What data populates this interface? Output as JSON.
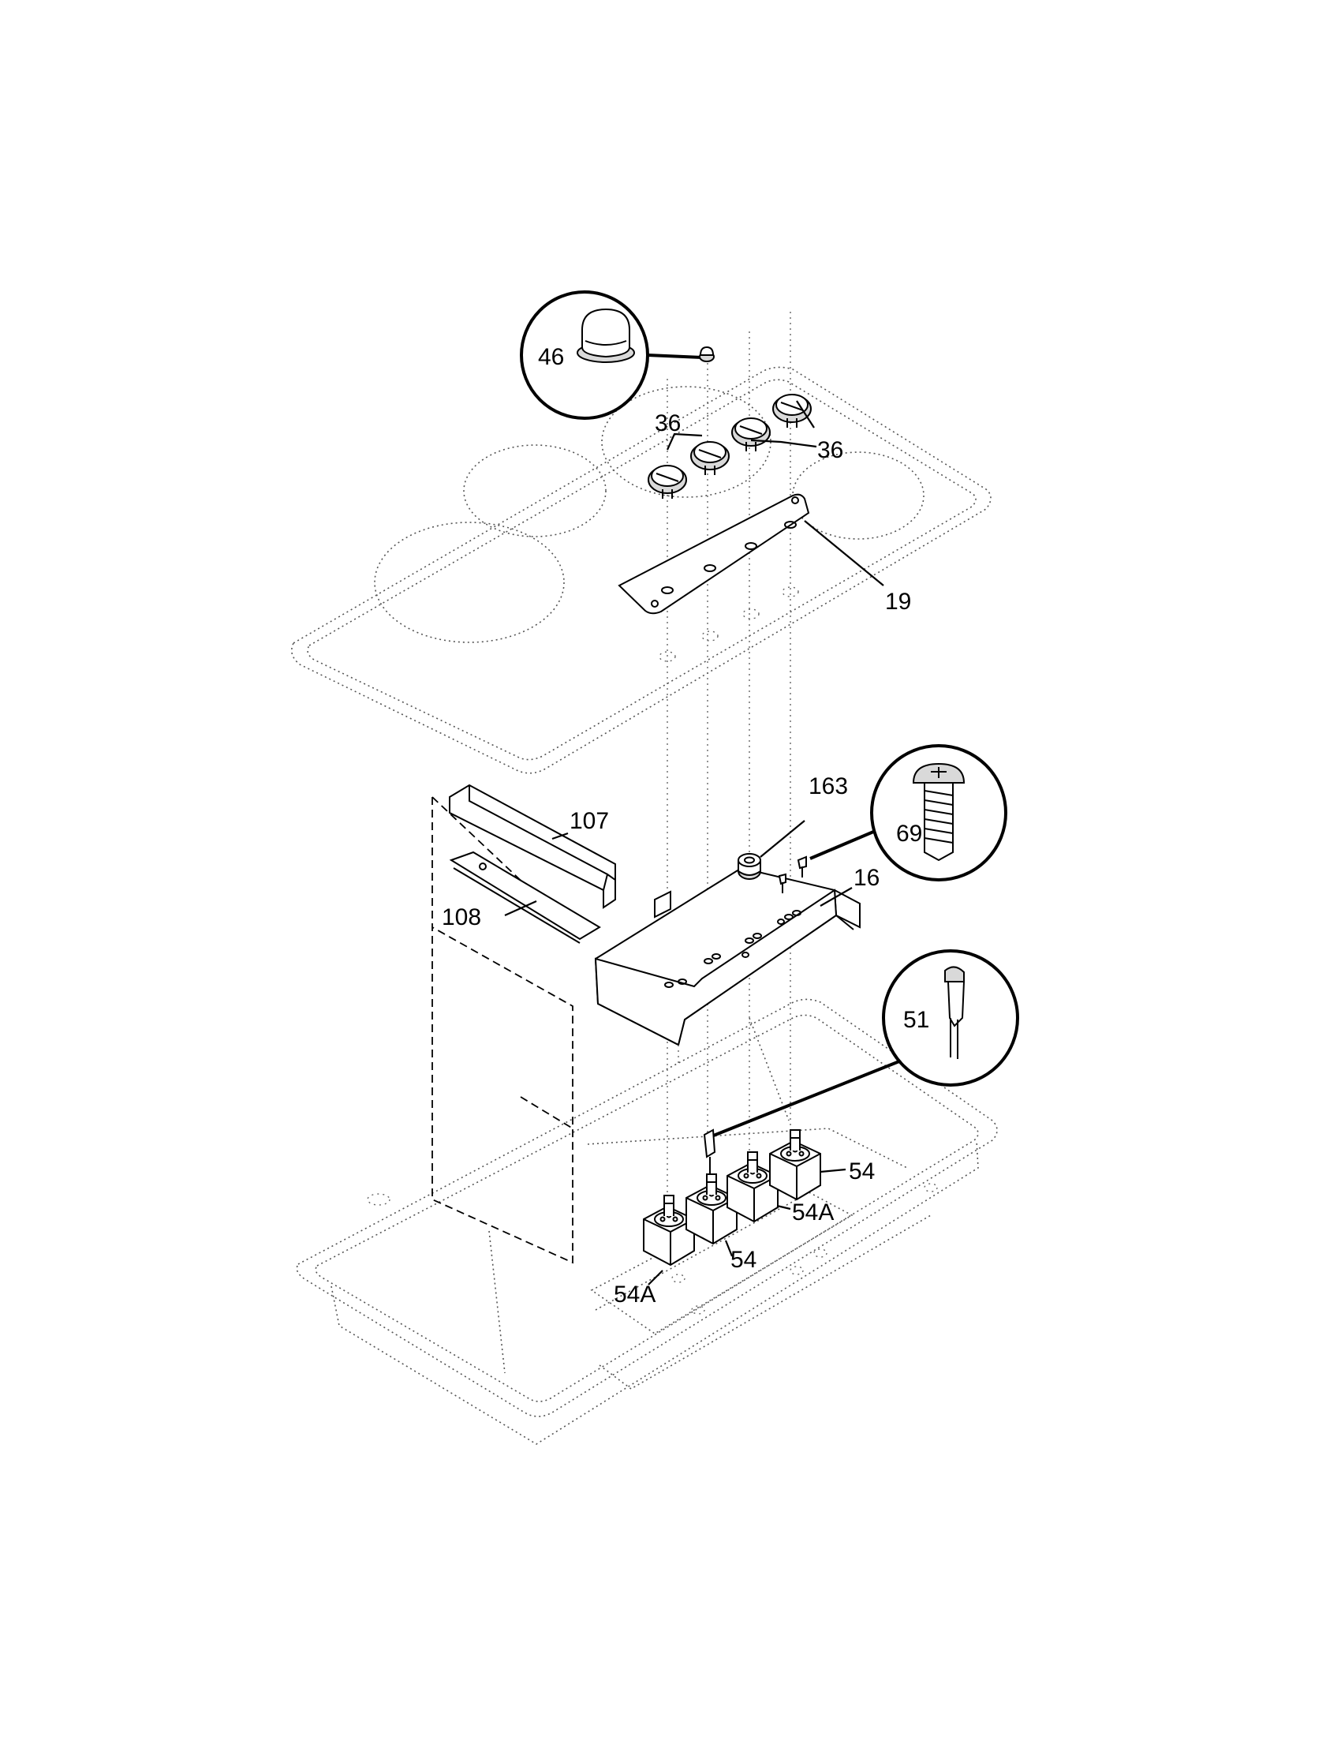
{
  "labels": {
    "l46": "46",
    "l36a": "36",
    "l36b": "36",
    "l19": "19",
    "l163": "163",
    "l69": "69",
    "l107": "107",
    "l108": "108",
    "l16": "16",
    "l51": "51",
    "l54a": "54",
    "l54b": "54",
    "l54A1": "54A",
    "l54A2": "54A"
  }
}
